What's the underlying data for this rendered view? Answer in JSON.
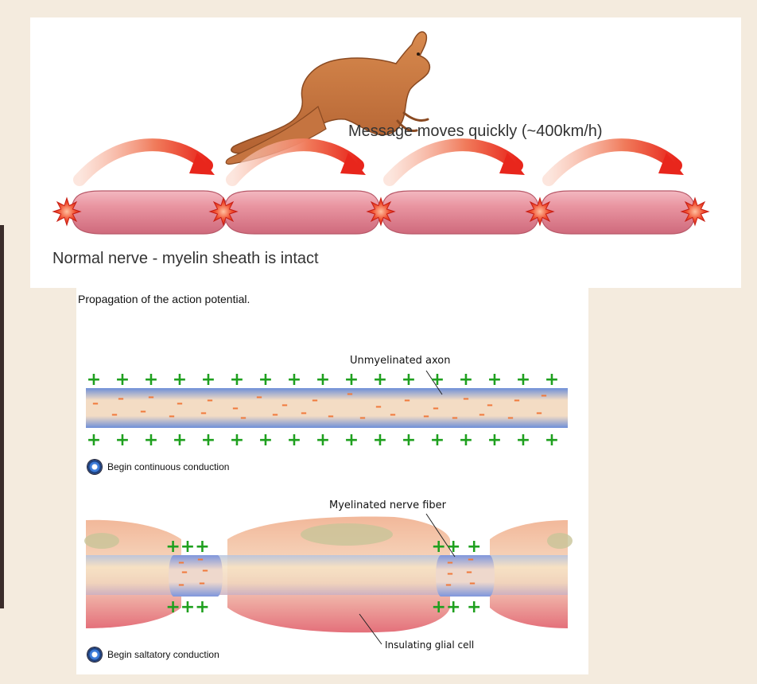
{
  "top": {
    "message_label": "Message moves quickly (~400km/h)",
    "caption": "Normal nerve - myelin sheath is intact"
  },
  "bottom": {
    "title": "Propagation of the action potential.",
    "unmyelinated_label": "Unmyelinated axon",
    "continuous_button": "Begin continuous conduction",
    "myelinated_label": "Myelinated nerve fiber",
    "glial_label": "Insulating glial cell",
    "saltatory_button": "Begin saltatory conduction"
  },
  "colors": {
    "background": "#f4ebde",
    "sheath_pink": "#e8909c",
    "arrow_red": "#e8261c",
    "plus_green": "#1fa01f",
    "minus_orange": "#f07a3c",
    "axon_blue": "#6e8fd8"
  }
}
